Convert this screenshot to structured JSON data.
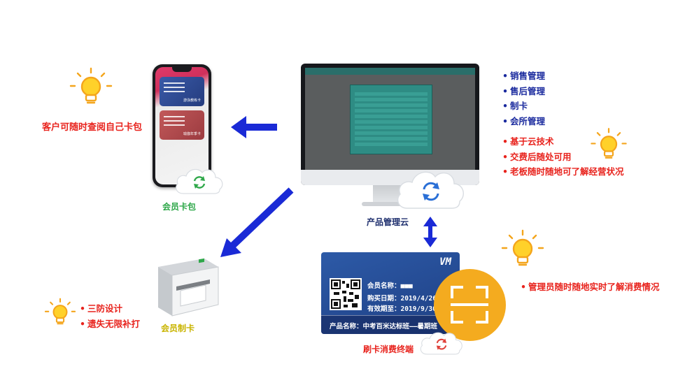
{
  "labels": {
    "phone_caption": "客户可随时查阅自己卡包",
    "card_wallet": "会员卡包",
    "product_cloud": "产品管理云",
    "card_maker": "会员制卡",
    "swipe_terminal": "刷卡消费终端",
    "manager_note": "管理员随时随地实时了解消费情况"
  },
  "features_blue": [
    "销售管理",
    "售后管理",
    "制卡",
    "会所管理"
  ],
  "features_red": [
    "基于云技术",
    "交费后随处可用",
    "老板随时随地可了解经营状况"
  ],
  "printer_features": [
    "三防设计",
    "遗失无限补打"
  ],
  "phone_cards": [
    "游泳教练卡",
    "瑜伽年季卡"
  ],
  "member_card": {
    "logo": "VM",
    "name_label": "会员名称：",
    "name_value": "■■■",
    "buy_label": "购买日期：",
    "buy_value": "2019/4/26",
    "expiry_label": "有效期至：",
    "expiry_value": "2019/9/30",
    "product_label": "产品名称：",
    "product_value": "中考百米达标班——暑期班"
  },
  "colors": {
    "accent_blue": "#1a2ad6",
    "red_text": "#e8231d",
    "green_text": "#2fa84a",
    "yellow_text": "#c9b400",
    "bulb": "#f4a51c",
    "scan_orange": "#f4ab1f",
    "card_blue": "#2d5aa7",
    "cloud_sync_green": "#2fa84a",
    "cloud_sync_blue": "#2a6fd6",
    "cloud_sync_red": "#e0413a"
  },
  "icons": [
    "lightbulb-icon",
    "cloud-sync-icon",
    "scan-icon",
    "qr-code-icon",
    "arrow-icon"
  ]
}
